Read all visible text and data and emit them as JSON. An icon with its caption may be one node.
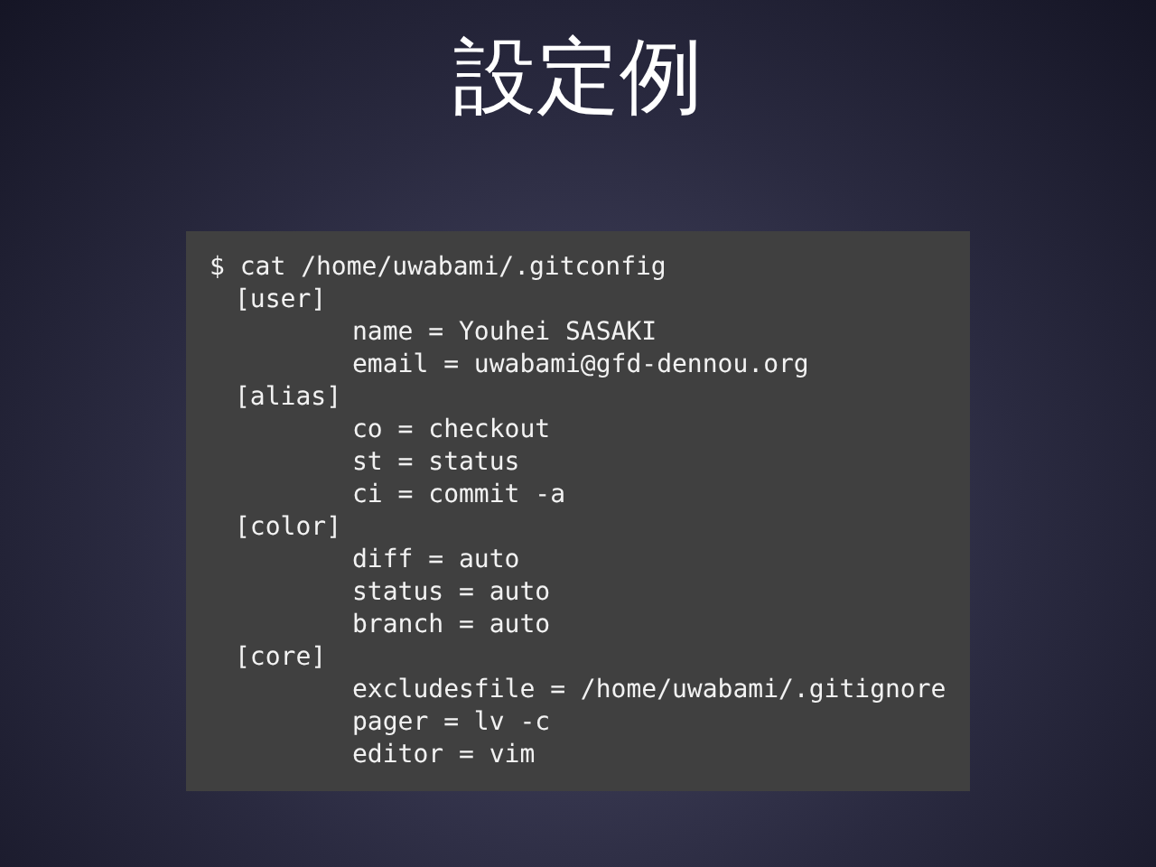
{
  "diagram": {
    "title": "設定例",
    "nodes": [
      {
        "text": [
          "$ cat /home/uwabami/.gitconfig",
          "[user]",
          "name = Youhei SASAKI",
          "email = uwabami@gfd-dennou.org",
          "[alias]",
          "co = checkout",
          "st = status",
          "ci = commit -a",
          "[color]",
          "diff = auto",
          "status = auto",
          "branch = auto",
          "[core]",
          "excludesfile = /home/uwabami/.gitignore",
          "pager = lv -c",
          "editor = vim"
        ]
      }
    ]
  }
}
